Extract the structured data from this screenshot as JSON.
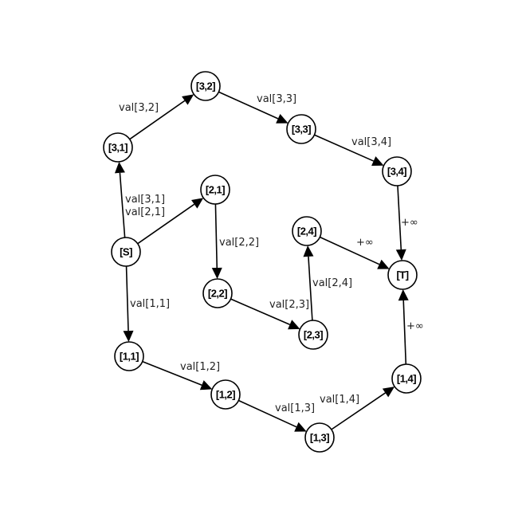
{
  "nodes": [
    {
      "id": "S",
      "label": "[S]"
    },
    {
      "id": "T",
      "label": "[T]"
    },
    {
      "id": "n11",
      "label": "[1,1]"
    },
    {
      "id": "n12",
      "label": "[1,2]"
    },
    {
      "id": "n13",
      "label": "[1,3]"
    },
    {
      "id": "n14",
      "label": "[1,4]"
    },
    {
      "id": "n21",
      "label": "[2,1]"
    },
    {
      "id": "n22",
      "label": "[2,2]"
    },
    {
      "id": "n23",
      "label": "[2,3]"
    },
    {
      "id": "n24",
      "label": "[2,4]"
    },
    {
      "id": "n31",
      "label": "[3,1]"
    },
    {
      "id": "n32",
      "label": "[3,2]"
    },
    {
      "id": "n33",
      "label": "[3,3]"
    },
    {
      "id": "n34",
      "label": "[3,4]"
    }
  ],
  "edges": [
    {
      "from": "S",
      "to": "n31",
      "label": "val[3,1]"
    },
    {
      "from": "S",
      "to": "n21",
      "label": "val[2,1]"
    },
    {
      "from": "S",
      "to": "n11",
      "label": "val[1,1]"
    },
    {
      "from": "n31",
      "to": "n32",
      "label": "val[3,2]"
    },
    {
      "from": "n32",
      "to": "n33",
      "label": "val[3,3]"
    },
    {
      "from": "n33",
      "to": "n34",
      "label": "val[3,4]"
    },
    {
      "from": "n34",
      "to": "T",
      "label": "+∞"
    },
    {
      "from": "n21",
      "to": "n22",
      "label": "val[2,2]"
    },
    {
      "from": "n22",
      "to": "n23",
      "label": "val[2,3]"
    },
    {
      "from": "n23",
      "to": "n24",
      "label": "val[2,4]"
    },
    {
      "from": "n24",
      "to": "T",
      "label": "+∞"
    },
    {
      "from": "n11",
      "to": "n12",
      "label": "val[1,2]"
    },
    {
      "from": "n12",
      "to": "n13",
      "label": "val[1,3]"
    },
    {
      "from": "n13",
      "to": "n14",
      "label": "val[1,4]"
    },
    {
      "from": "n14",
      "to": "T",
      "label": "+∞"
    }
  ]
}
